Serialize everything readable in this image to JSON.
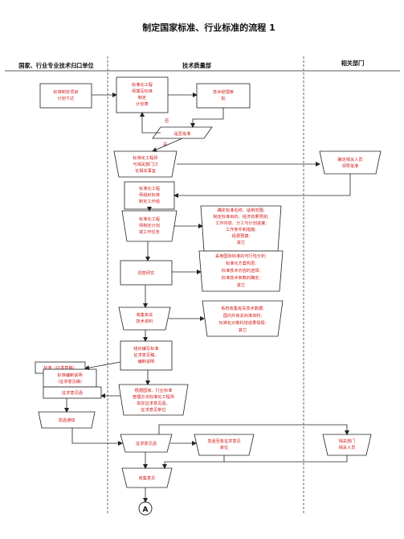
{
  "title": "制定国家标准、行业标准的流程 1",
  "columns": {
    "left": "国家、行业专业技术归口单位",
    "middle": "技术质量部",
    "right": "相关部门"
  },
  "nodes": {
    "proposal": [
      "标准制定项目",
      "计划下达"
    ],
    "fill_plan": [
      "标准化工程",
      "师填写标准",
      "制定",
      "计划表"
    ],
    "tech_manager": [
      "技术经理审",
      "批"
    ],
    "approved": "是否批准",
    "no": "否",
    "yes": "是",
    "discuss": [
      "标准化工程师",
      "与相关部门讨",
      "论相关事宜"
    ],
    "dept_leader": [
      "确定相关人员",
      "领导批准"
    ],
    "team": [
      "标准化工程",
      "师组织标准",
      "制定工作组"
    ],
    "plan_tasks": [
      "标准化工程",
      "师制定计划",
      "或工作任务"
    ],
    "plan_detail": [
      "确定标准名称、适用范围;",
      "制定标准目的、经济效果预测;",
      "工作内容、分工与计划进度;",
      "工作条件和措施;",
      "经费预算;",
      "其它"
    ],
    "research": "调查研究",
    "research_detail": [
      "采用国际标准的可行性分析;",
      "标准化方案构思;",
      "标准技术内容的选择;",
      "标准技术参数的确定;",
      "其它"
    ],
    "collect": [
      "收集有关",
      "技术资料"
    ],
    "collect_detail": [
      "系统收集有关技术数据;",
      "国内外有关标准资料;",
      "标准化对象科技成果情报;",
      "其它"
    ],
    "draft": [
      "组织编写标准",
      "征求意见稿、",
      "编制说明"
    ],
    "doc_stack": [
      "标准（征求意稿）",
      "标准编制说明",
      "（征求意见稿）",
      "征求意见函"
    ],
    "notify_decide": [
      "根据国家、行业标准",
      "管理办法标准化工程师",
      "拟定征求意见函、",
      "征求意见单位"
    ],
    "send_notice": "发函通知",
    "solicit": "征求意见函",
    "send_units": [
      "发函至各征求意见",
      "单位"
    ],
    "related_people": [
      "相关部门",
      "相关人员"
    ],
    "gather": "收集意见",
    "connector": "A"
  }
}
